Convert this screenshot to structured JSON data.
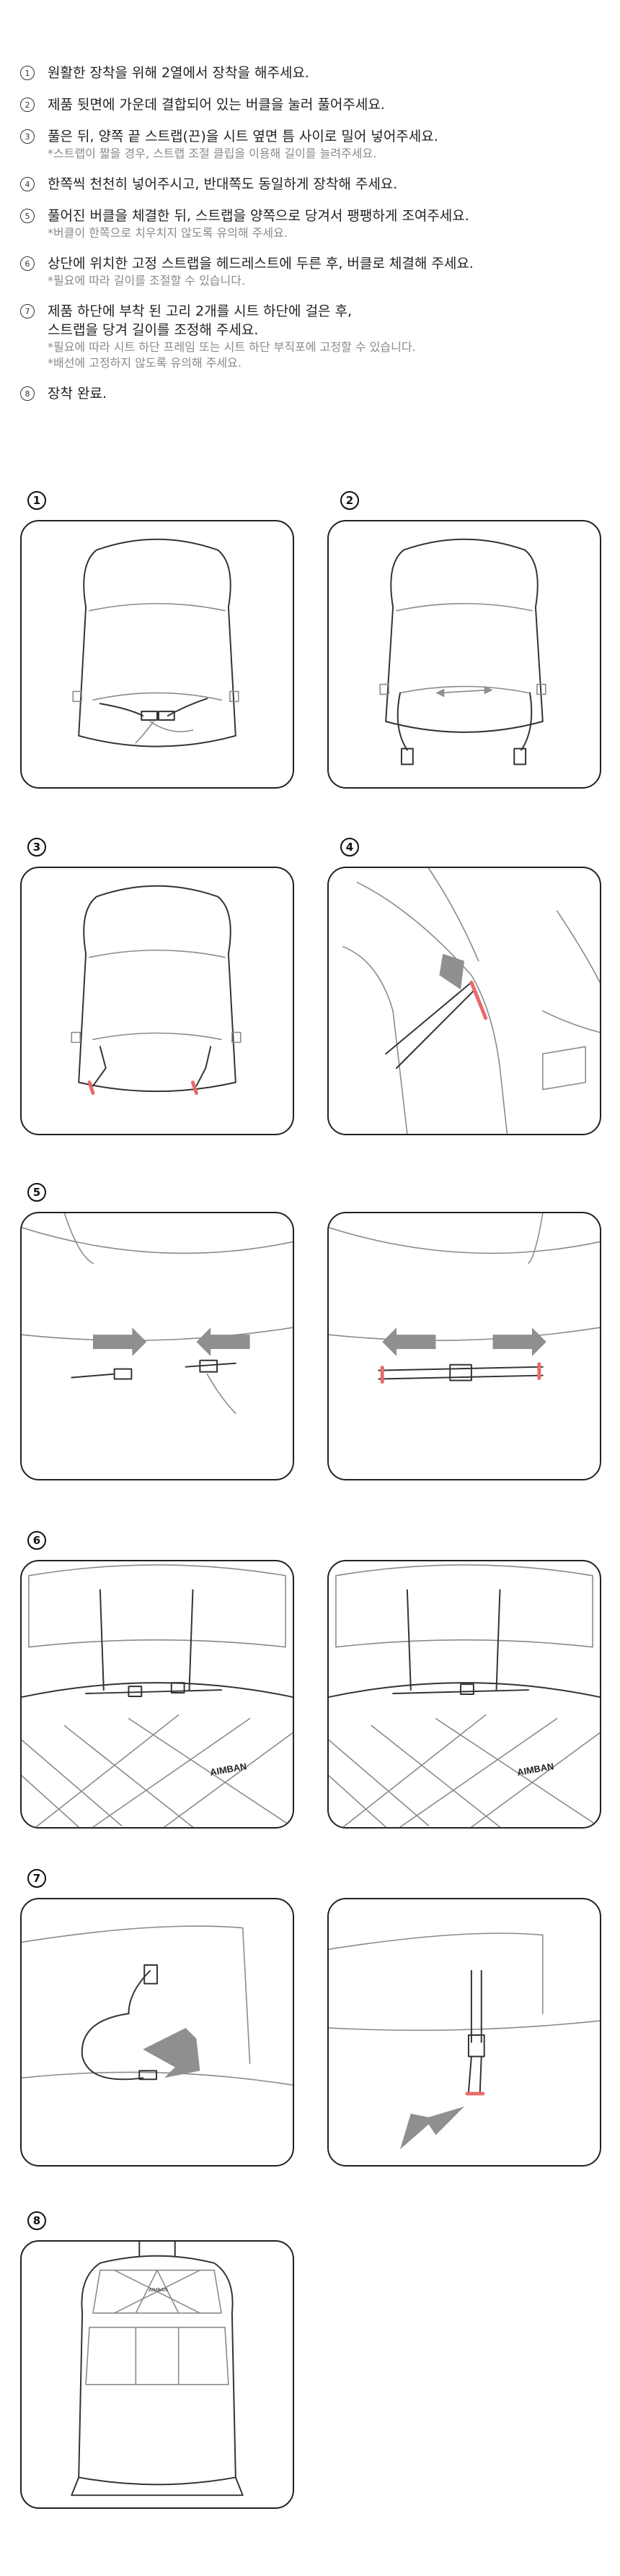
{
  "steps": [
    {
      "marker": "1",
      "main": "원활한 장착을 위해 2열에서 장착을 해주세요.",
      "notes": []
    },
    {
      "marker": "2",
      "main": "제품 뒷면에 가운데 결합되어 있는 버클을 눌러 풀어주세요.",
      "notes": []
    },
    {
      "marker": "3",
      "main": "풀은 뒤, 양쪽 끝 스트랩(끈)을 시트 옆면 틈 사이로  밀어 넣어주세요.",
      "notes": [
        "*스트랩이 짧을 경우, 스트랩 조절 클립을 이용해 길이를 늘려주세요."
      ]
    },
    {
      "marker": "4",
      "main": "한쪽씩 천천히 넣어주시고, 반대쪽도 동일하게 장착해 주세요.",
      "notes": []
    },
    {
      "marker": "5",
      "main": "풀어진 버클을 체결한 뒤, 스트랩을 양쪽으로 당겨서 팽팽하게 조여주세요.",
      "notes": [
        "*버클이 한쪽으로 치우치지 않도록 유의해 주세요."
      ]
    },
    {
      "marker": "6",
      "main": "상단에 위치한 고정 스트랩을 헤드레스트에 두른 후, 버클로 체결해 주세요.",
      "notes": [
        "*필요에 따라 길이를 조절할 수 있습니다."
      ]
    },
    {
      "marker": "7",
      "main": "제품 하단에 부착 된 고리 2개를 시트 하단에 걸은 후,\n스트랩을 당겨 길이를 조정해 주세요.",
      "notes": [
        "*필요에 따라 시트 하단 프레임 또는 시트 하단 부직포에 고정할 수 있습니다.",
        "*배선에 고정하지 않도록 유의해 주세요."
      ]
    },
    {
      "marker": "8",
      "main": "장착 완료.",
      "notes": []
    }
  ],
  "figure_markers": [
    "1",
    "2",
    "3",
    "4",
    "5",
    "6",
    "7",
    "8"
  ],
  "brand": "AIMBAN",
  "colors": {
    "accent_red": "#e86a6a",
    "arrow_gray": "#8f8f8f",
    "line": "#333333",
    "note_gray": "#8a8a8a"
  }
}
